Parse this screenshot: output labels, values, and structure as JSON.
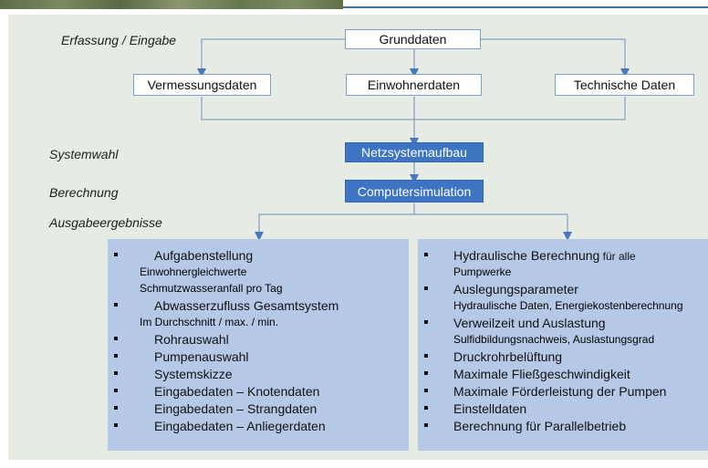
{
  "header": {
    "photo_strip": "landscape-photo-strip",
    "accent_color": "#3f73b8"
  },
  "labels": {
    "input": "Erfassung / Eingabe",
    "system": "Systemwahl",
    "calc": "Berechnung",
    "output": "Ausgabeergebnisse"
  },
  "nodes": {
    "grunddaten": "Grunddaten",
    "vermessungsdaten": "Vermessungsdaten",
    "einwohnerdaten": "Einwohnerdaten",
    "technische_daten": "Technische Daten",
    "netzsystemaufbau": "Netzsystemaufbau",
    "computersimulation": "Computersimulation"
  },
  "results_left": [
    {
      "title": "Aufgabenstellung",
      "subs": [
        "Einwohnergleichwerte",
        "Schmutzwasseranfall pro Tag"
      ]
    },
    {
      "title": "Abwasserzufluss Gesamtsystem",
      "subs": [
        "Im Durchschnitt / max. / min."
      ]
    },
    {
      "title": "Rohrauswahl",
      "subs": []
    },
    {
      "title": "Pumpenauswahl",
      "subs": []
    },
    {
      "title": "Systemskizze",
      "subs": []
    },
    {
      "title": "Eingabedaten – Knotendaten",
      "subs": []
    },
    {
      "title": "Eingabedaten – Strangdaten",
      "subs": []
    },
    {
      "title": "Eingabedaten – Anliegerdaten",
      "subs": []
    }
  ],
  "results_right": [
    {
      "title": "Hydraulische Berechnung",
      "suffix": " für alle",
      "subs": [
        "Pumpwerke"
      ]
    },
    {
      "title": "Auslegungsparameter",
      "subs": [
        "Hydraulische Daten, Energiekostenberechnung"
      ]
    },
    {
      "title": "Verweilzeit und Auslastung",
      "subs": [
        "Sulfidbildungsnachweis, Auslastungsgrad"
      ]
    },
    {
      "title": "Druckrohrbelüftung",
      "subs": []
    },
    {
      "title": "Maximale Fließgeschwindigkeit",
      "subs": []
    },
    {
      "title": "Maximale Förderleistung der Pumpen",
      "subs": []
    },
    {
      "title": "Einstelldaten",
      "subs": []
    },
    {
      "title": "Berechnung für Parallelbetrieb",
      "subs": []
    }
  ],
  "colors": {
    "panel": "#e6ebe4",
    "node_blue": "#3f74c3",
    "result_box": "#b5c8e6",
    "connector": "#6d8fbb",
    "arrow": "#4a78bf"
  }
}
